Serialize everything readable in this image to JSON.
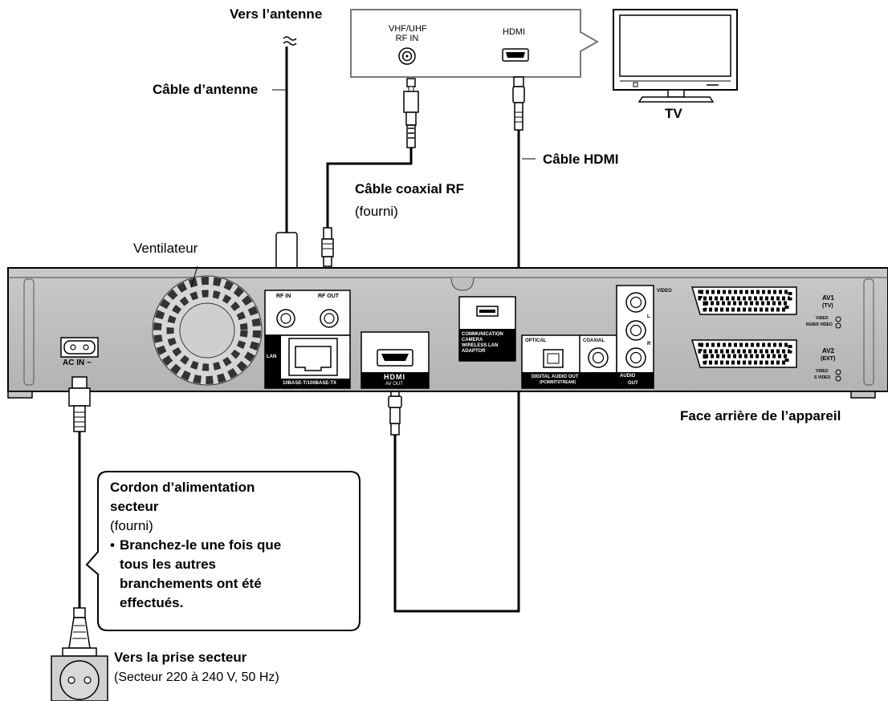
{
  "labels": {
    "antenna_to": "Vers l’antenne",
    "antenna_cable": "Câble d’antenne",
    "rf_coax_cable": "Câble coaxial RF",
    "rf_coax_supplied": "(fourni)",
    "hdmi_cable": "Câble HDMI",
    "tv": "TV",
    "fan": "Ventilateur",
    "rear_panel": "Face arrière de l’appareil",
    "to_outlet": "Vers la prise secteur",
    "outlet_spec": "(Secteur 220 à 240 V, 50 Hz)"
  },
  "tv_panel": {
    "rf_in_line1": "VHF/UHF",
    "rf_in_line2": "RF IN",
    "hdmi": "HDMI"
  },
  "callout": {
    "title_line1": "Cordon d’alimentation",
    "title_line2": "secteur",
    "supplied": "(fourni)",
    "bullet_line1": "Branchez-le une fois que",
    "bullet_line2": "tous les autres",
    "bullet_line3": "branchements ont été",
    "bullet_line4": "effectués."
  },
  "device": {
    "ac_in": "AC IN ~",
    "rf_in": "RF IN",
    "rf_out": "RF OUT",
    "lan": "LAN",
    "lan_spec": "10BASE-T/100BASE-TX",
    "hdmi_logo": "HDMI",
    "av_out": "AV OUT",
    "usb_line1": "COMMUNICATION",
    "usb_line2": "CAMERA",
    "usb_line3": "WIRELESS LAN",
    "usb_line4": "ADAPTOR",
    "optical": "OPTICAL",
    "coaxial": "COAXIAL",
    "digital_audio_out": "DIGITAL AUDIO OUT",
    "pcm_bitstream": "(PCM/BITSTREAM)",
    "video": "VIDEO",
    "l": "L",
    "r": "R",
    "audio": "AUDIO",
    "out": "OUT",
    "av1": "AV1",
    "av1_sub": "(TV)",
    "av1_video": "VIDEO",
    "av1_rgb": "RGB/S VIDEO",
    "av2": "AV2",
    "av2_sub": "(EXT)",
    "av2_video": "VIDEO",
    "av2_svideo": "S VIDEO"
  }
}
